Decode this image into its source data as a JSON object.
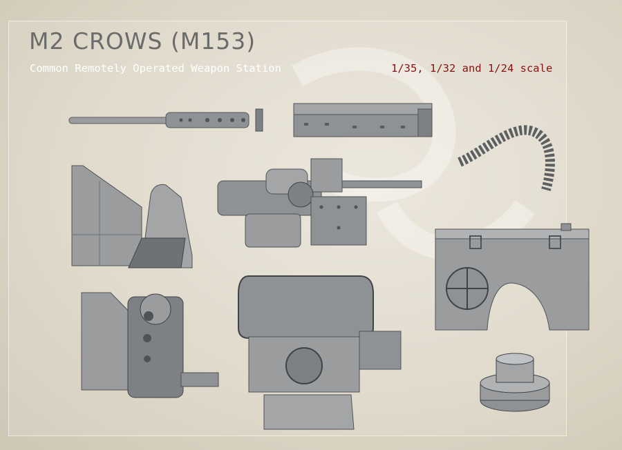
{
  "header": {
    "title": "M2 CROWS (M153)",
    "subtitle": "Common Remotely Operated Weapon Station",
    "scale": "1/35, 1/32 and 1/24 scale"
  },
  "colors": {
    "background": "#ddd6c6",
    "part_fill": "#8f9294",
    "part_light": "#b0b2b3",
    "part_dark": "#4f5355",
    "title": "#6b6b6b",
    "subtitle": "#ffffff",
    "scale_text": "#8b1010"
  },
  "parts": [
    {
      "id": "barrel"
    },
    {
      "id": "receiver"
    },
    {
      "id": "ammo-belt"
    },
    {
      "id": "side-plates"
    },
    {
      "id": "cradle"
    },
    {
      "id": "gun-mount"
    },
    {
      "id": "ammo-box"
    },
    {
      "id": "pedestal"
    },
    {
      "id": "sensor-armored-housing"
    },
    {
      "id": "turntable-base"
    }
  ]
}
